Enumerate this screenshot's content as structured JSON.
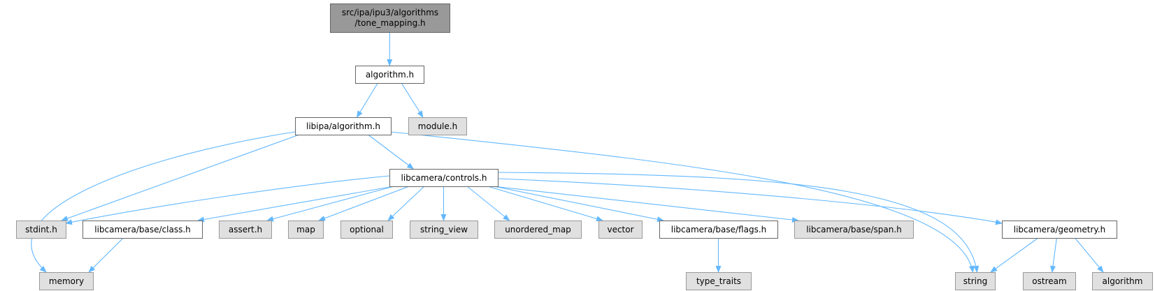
{
  "colors": {
    "edge": "#63b8ff",
    "root_fill": "#999999",
    "root_stroke": "#666666",
    "documented_fill": "#ffffff",
    "documented_stroke": "#666666",
    "external_fill": "#e0e0e0",
    "external_stroke": "#999999"
  },
  "nodes": [
    {
      "id": "root",
      "lines": [
        "src/ipa/ipu3/algorithms",
        "/tone_mapping.h"
      ],
      "kind": "root"
    },
    {
      "id": "algorithm_h",
      "lines": [
        "algorithm.h"
      ],
      "kind": "documented"
    },
    {
      "id": "libipa_algorithm_h",
      "lines": [
        "libipa/algorithm.h"
      ],
      "kind": "documented"
    },
    {
      "id": "module_h",
      "lines": [
        "module.h"
      ],
      "kind": "external"
    },
    {
      "id": "controls_h",
      "lines": [
        "libcamera/controls.h"
      ],
      "kind": "documented"
    },
    {
      "id": "stdint_h",
      "lines": [
        "stdint.h"
      ],
      "kind": "external"
    },
    {
      "id": "class_h",
      "lines": [
        "libcamera/base/class.h"
      ],
      "kind": "documented"
    },
    {
      "id": "assert_h",
      "lines": [
        "assert.h"
      ],
      "kind": "external"
    },
    {
      "id": "map",
      "lines": [
        "map"
      ],
      "kind": "external"
    },
    {
      "id": "optional",
      "lines": [
        "optional"
      ],
      "kind": "external"
    },
    {
      "id": "string_view",
      "lines": [
        "string_view"
      ],
      "kind": "external"
    },
    {
      "id": "unordered_map",
      "lines": [
        "unordered_map"
      ],
      "kind": "external"
    },
    {
      "id": "vector",
      "lines": [
        "vector"
      ],
      "kind": "external"
    },
    {
      "id": "flags_h",
      "lines": [
        "libcamera/base/flags.h"
      ],
      "kind": "documented"
    },
    {
      "id": "span_h",
      "lines": [
        "libcamera/base/span.h"
      ],
      "kind": "external"
    },
    {
      "id": "geometry_h",
      "lines": [
        "libcamera/geometry.h"
      ],
      "kind": "documented"
    },
    {
      "id": "memory",
      "lines": [
        "memory"
      ],
      "kind": "external"
    },
    {
      "id": "type_traits",
      "lines": [
        "type_traits"
      ],
      "kind": "external"
    },
    {
      "id": "string",
      "lines": [
        "string"
      ],
      "kind": "external"
    },
    {
      "id": "ostream",
      "lines": [
        "ostream"
      ],
      "kind": "external"
    },
    {
      "id": "algorithm",
      "lines": [
        "algorithm"
      ],
      "kind": "external"
    }
  ],
  "edges": [
    [
      "root",
      "algorithm_h"
    ],
    [
      "algorithm_h",
      "libipa_algorithm_h"
    ],
    [
      "algorithm_h",
      "module_h"
    ],
    [
      "libipa_algorithm_h",
      "controls_h"
    ],
    [
      "libipa_algorithm_h",
      "stdint_h"
    ],
    [
      "libipa_algorithm_h",
      "memory"
    ],
    [
      "libipa_algorithm_h",
      "string"
    ],
    [
      "controls_h",
      "stdint_h"
    ],
    [
      "controls_h",
      "class_h"
    ],
    [
      "controls_h",
      "assert_h"
    ],
    [
      "controls_h",
      "map"
    ],
    [
      "controls_h",
      "optional"
    ],
    [
      "controls_h",
      "string_view"
    ],
    [
      "controls_h",
      "unordered_map"
    ],
    [
      "controls_h",
      "vector"
    ],
    [
      "controls_h",
      "flags_h"
    ],
    [
      "controls_h",
      "span_h"
    ],
    [
      "controls_h",
      "geometry_h"
    ],
    [
      "controls_h",
      "string"
    ],
    [
      "class_h",
      "memory"
    ],
    [
      "flags_h",
      "type_traits"
    ],
    [
      "geometry_h",
      "string"
    ],
    [
      "geometry_h",
      "ostream"
    ],
    [
      "geometry_h",
      "algorithm"
    ]
  ]
}
